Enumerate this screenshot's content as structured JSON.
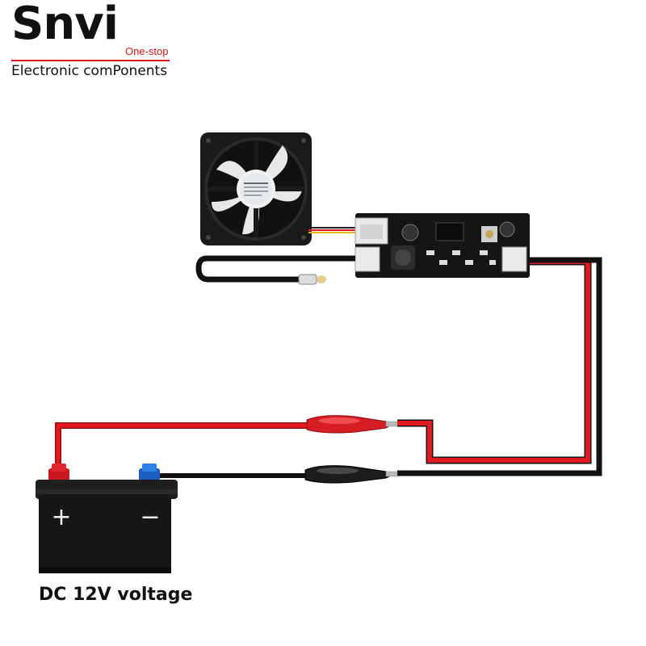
{
  "logo": {
    "name": "Snvi",
    "tagline": "One-stop",
    "subtitle": "Electronic comPonents"
  },
  "battery": {
    "plus_symbol": "+",
    "minus_symbol": "−",
    "caption": "DC 12V voltage"
  },
  "colors": {
    "positive_wire": "#e2191f",
    "negative_wire": "#111111",
    "positive_terminal": "#d9232a",
    "negative_terminal": "#1f6fd6",
    "board": "#151515",
    "fan_body": "#1a1a1a"
  },
  "icons": [
    "fan-icon",
    "controller-board-icon",
    "temperature-probe-icon",
    "battery-icon",
    "alligator-clip-icon"
  ]
}
